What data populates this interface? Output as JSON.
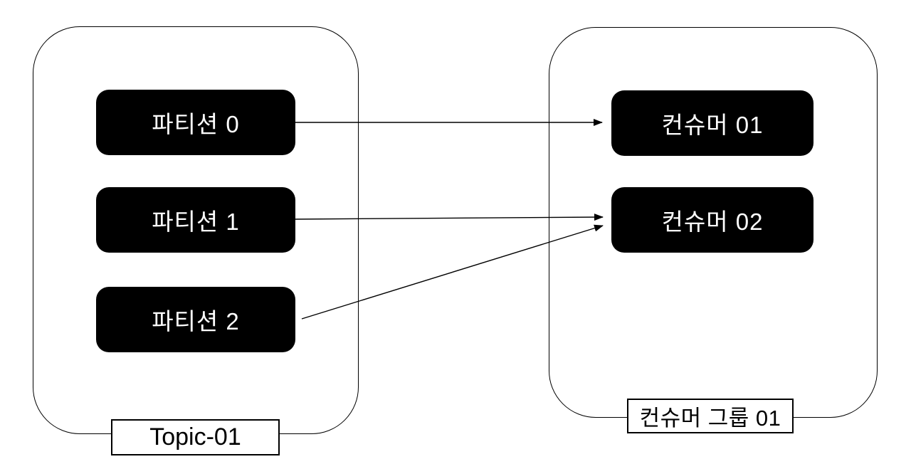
{
  "topic": {
    "label": "Topic-01",
    "partitions": [
      "파티션 0",
      "파티션 1",
      "파티션 2"
    ]
  },
  "consumer_group": {
    "label": "컨슈머 그룹 01",
    "consumers": [
      "컨슈머 01",
      "컨슈머 02"
    ]
  },
  "connections": [
    {
      "from": "파티션 0",
      "to": "컨슈머 01"
    },
    {
      "from": "파티션 1",
      "to": "컨슈머 02"
    },
    {
      "from": "파티션 2",
      "to": "컨슈머 02"
    }
  ],
  "colors": {
    "background": "#ffffff",
    "node_fill": "#000000",
    "node_text": "#ffffff",
    "outline": "#000000"
  }
}
